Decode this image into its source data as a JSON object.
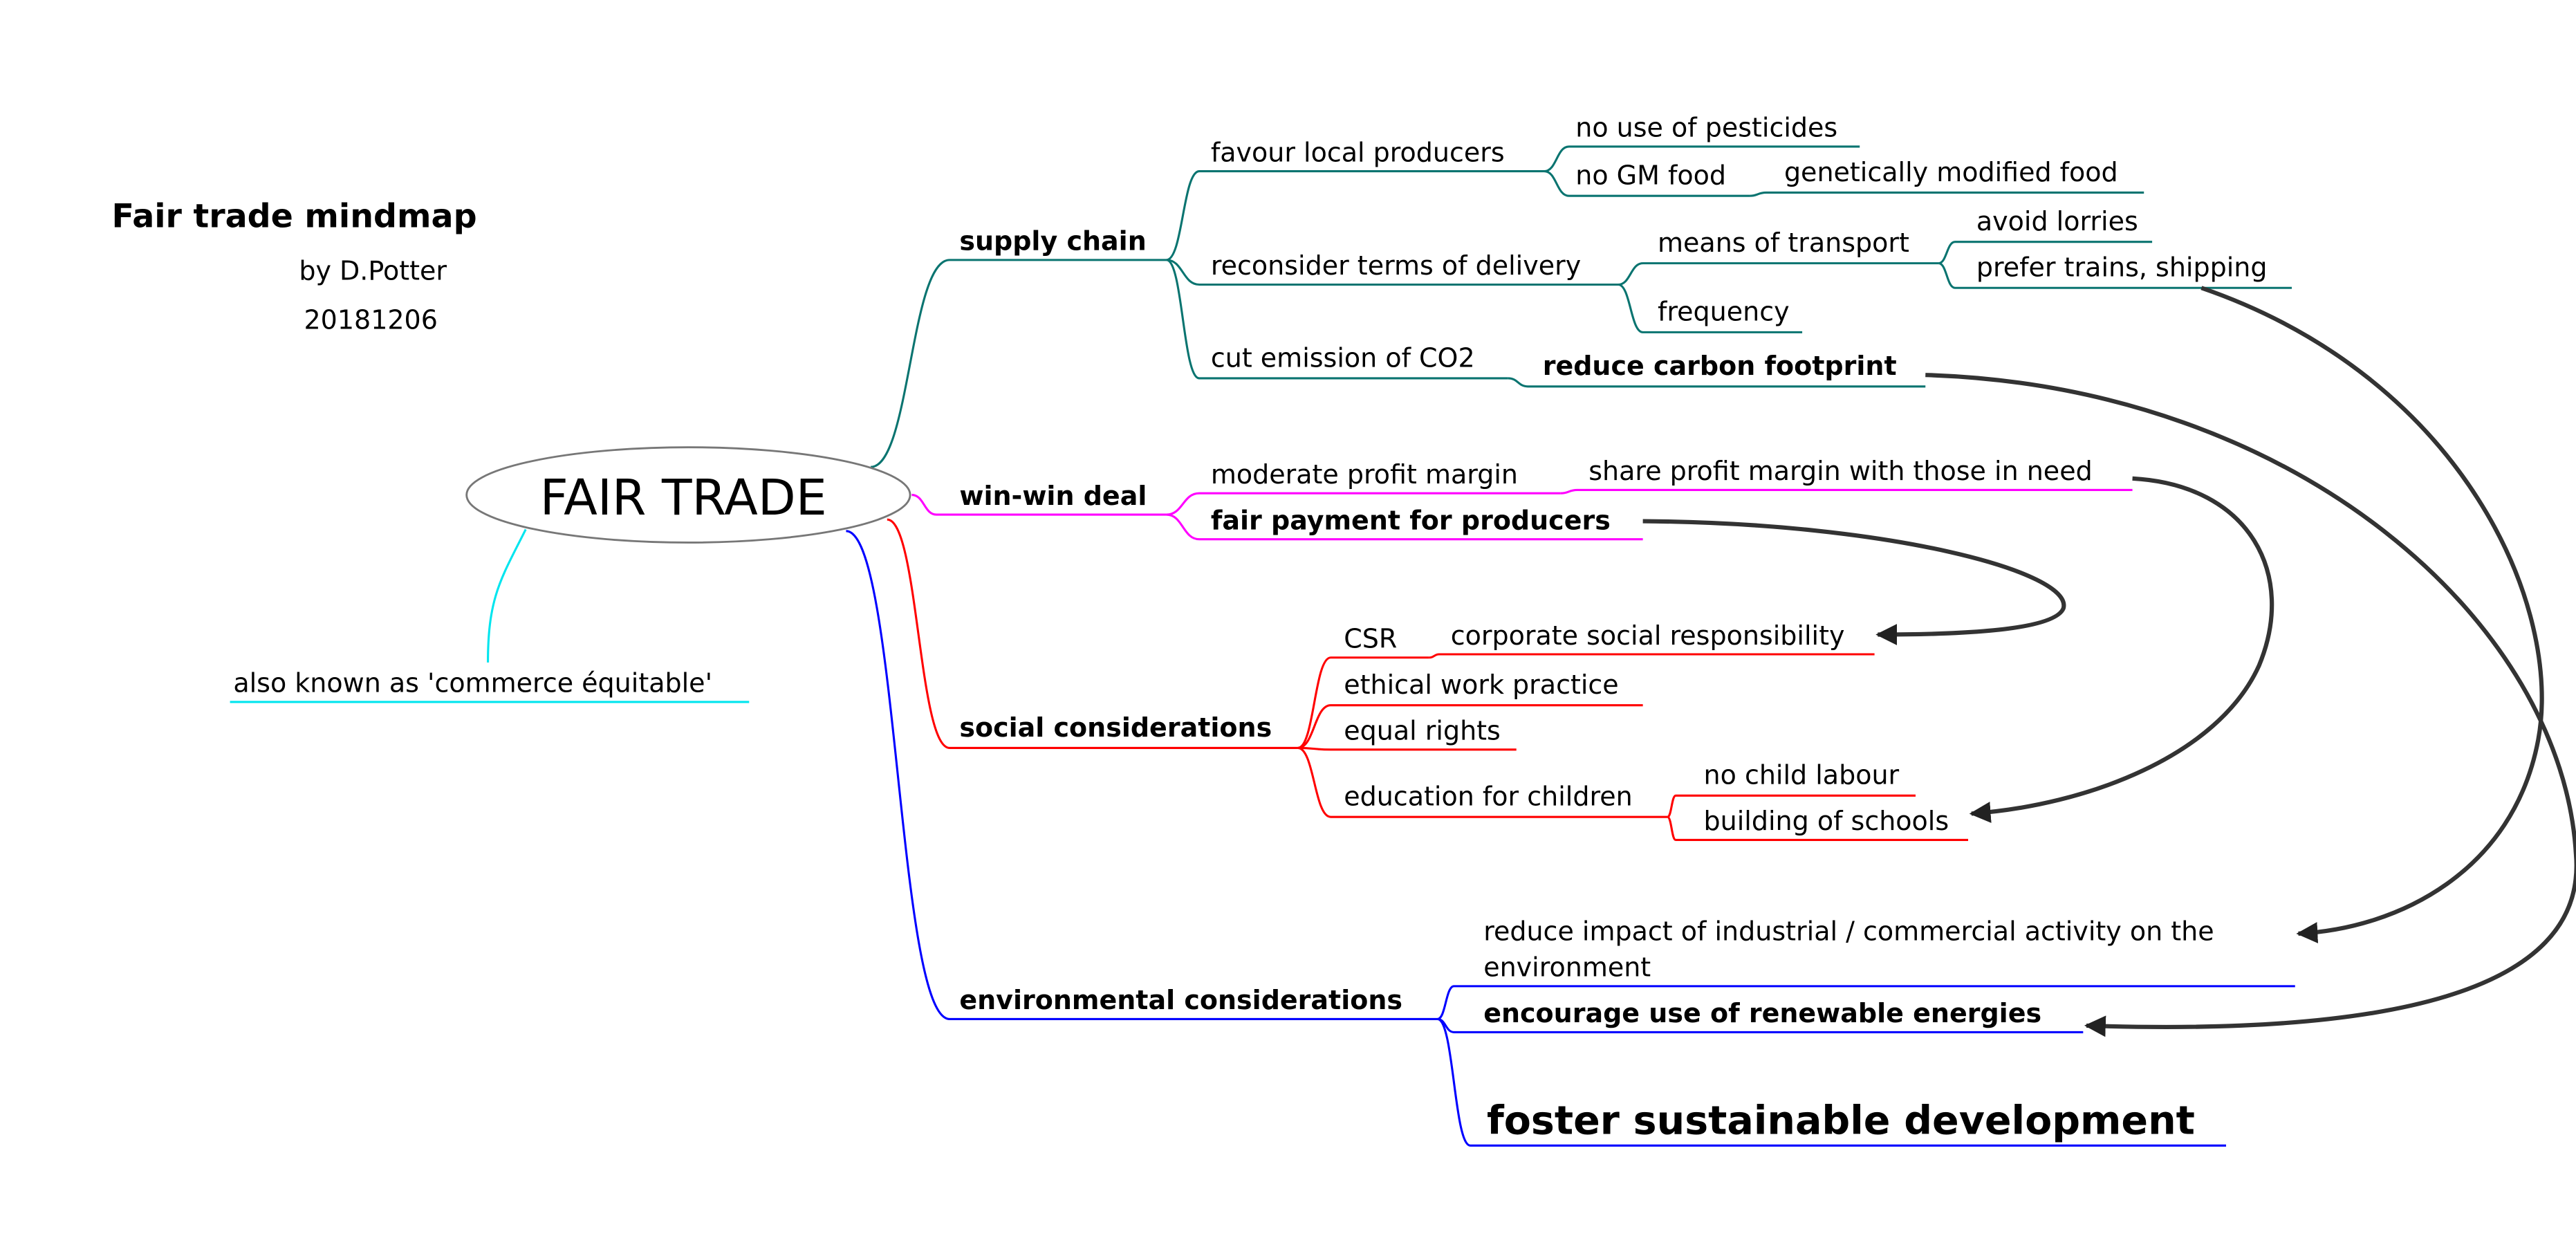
{
  "header": {
    "title": "Fair trade mindmap",
    "author": "by D.Potter",
    "date": "20181206"
  },
  "central": {
    "label": "FAIR TRADE",
    "alias": "also known as 'commerce équitable'"
  },
  "colors": {
    "supply": "#0a7470",
    "winwin": "#ff00ff",
    "social": "#ff0000",
    "environment": "#0000ff",
    "alias": "#00e5ee",
    "arrow": "#333333"
  },
  "supply_chain": {
    "label": "supply chain",
    "favour": {
      "label": "favour local producers",
      "pesticides": "no use of pesticides",
      "gm": "no GM food",
      "gm_detail": "genetically modified food"
    },
    "delivery": {
      "label": "reconsider terms of delivery",
      "transport": "means of transport",
      "lorries": "avoid lorries",
      "trains": "prefer trains, shipping",
      "frequency": "frequency"
    },
    "co2": {
      "label": "cut emission of CO2",
      "footprint": "reduce carbon footprint"
    }
  },
  "win_win": {
    "label": "win-win deal",
    "moderate": "moderate profit margin",
    "share": "share profit margin with those in need",
    "fair_payment": "fair payment for producers"
  },
  "social": {
    "label": "social considerations",
    "csr": "CSR",
    "csr_full": "corporate social responsibility",
    "ethical": "ethical work practice",
    "equal": "equal rights",
    "education": "education for children",
    "child_labour": "no child labour",
    "schools": "building of schools"
  },
  "environment": {
    "label": "environmental considerations",
    "impact_line1": "reduce impact of industrial / commercial activity on the",
    "impact_line2": "environment",
    "renewable": "encourage use of renewable energies",
    "sustainable": "foster sustainable development"
  }
}
